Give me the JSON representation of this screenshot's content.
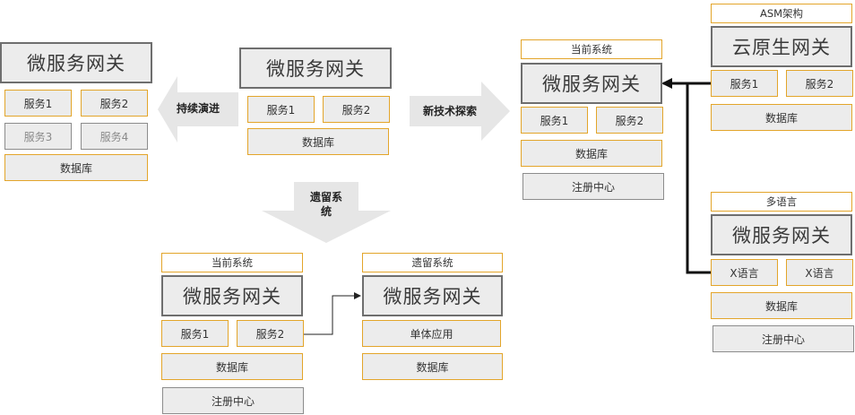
{
  "gateway": "微服务网关",
  "cloud_gateway": "云原生网关",
  "service1": "服务1",
  "service2": "服务2",
  "service3": "服务3",
  "service4": "服务4",
  "database": "数据库",
  "registry": "注册中心",
  "current_system": "当前系统",
  "legacy_system": "遗留系统",
  "asm_arch": "ASM架构",
  "multi_lang": "多语言",
  "x_lang": "X语言",
  "monolith": "单体应用",
  "arrow_left": "持续演进",
  "arrow_right": "新技术探索",
  "arrow_down_l1": "遗留系",
  "arrow_down_l2": "统"
}
